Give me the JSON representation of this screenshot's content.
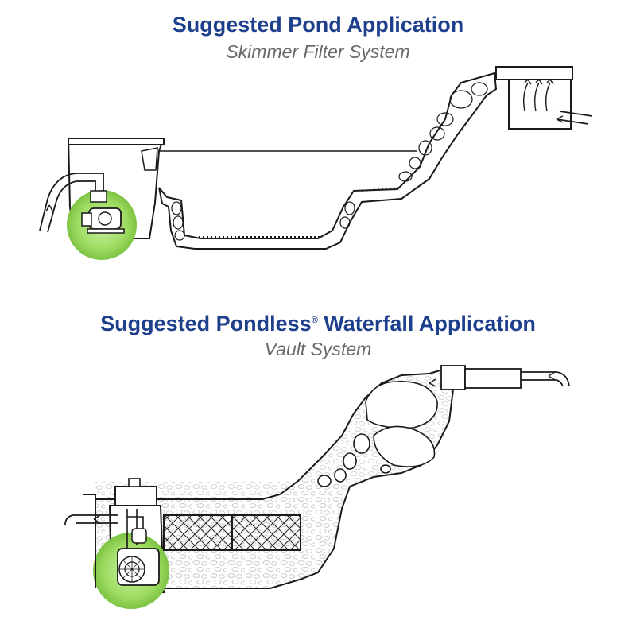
{
  "top_section": {
    "title": "Suggested Pond Application",
    "subtitle": "Skimmer Filter System"
  },
  "bottom_section": {
    "title_main": "Suggested Pondless",
    "title_mark": "®",
    "title_rest": " Waterfall Application",
    "subtitle": "Vault System"
  },
  "colors": {
    "title": "#1d3f8c",
    "subtitle": "#6a6a6a",
    "pump_highlight": "#8fd14f",
    "outline": "#1a1a1a"
  }
}
